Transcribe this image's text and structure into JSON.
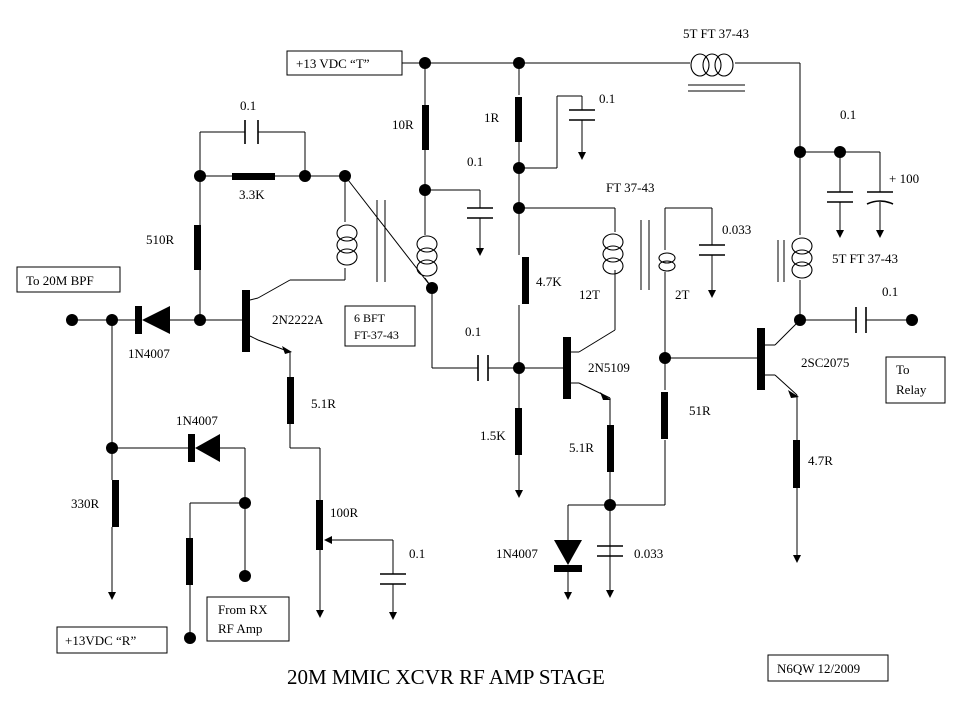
{
  "title": "20M MMIC XCVR RF AMP STAGE",
  "credit": "N6QW 12/2009",
  "boxes": {
    "supply_t": "+13 VDC “T”",
    "to_bpf": "To 20M BPF",
    "transformer_line1": "6 BFT",
    "transformer_line2": "FT-37-43",
    "supply_r": "+13VDC “R”",
    "from_rx_line1": "From RX",
    "from_rx_line2": "RF Amp",
    "to_relay_line1": "To",
    "to_relay_line2": "Relay"
  },
  "labels": {
    "cap_feedback": "0.1",
    "res_feedback": "3.3K",
    "res_bias1": "510R",
    "res_supply1": "10R",
    "res_supply2": "1R",
    "cap_bypass1": "0.1",
    "cap_bypass2": "0.1",
    "toroid_mid": "FT 37-43",
    "cap_bypass3": "0.033",
    "res_bias2": "4.7K",
    "turns_12": "12T",
    "turns_2": "2T",
    "choke_top": "5T FT 37-43",
    "cap_supply_out": "0.1",
    "cap_electrolytic": "+ 100",
    "choke_out": "5T FT 37-43",
    "cap_out": "0.1",
    "q1": "2N2222A",
    "q2": "2N5109",
    "q3": "2SC2075",
    "cap_coupling": "0.1",
    "res_emitter1": "5.1R",
    "res_bias3": "1.5K",
    "res_emitter2": "5.1R",
    "res_feedback2": "51R",
    "res_emitter3": "4.7R",
    "diode1": "1N4007",
    "diode2": "1N4007",
    "diode3": "1N4007",
    "res_330": "330R",
    "pot": "100R",
    "cap_pot": "0.1",
    "cap_diode": "0.033"
  }
}
